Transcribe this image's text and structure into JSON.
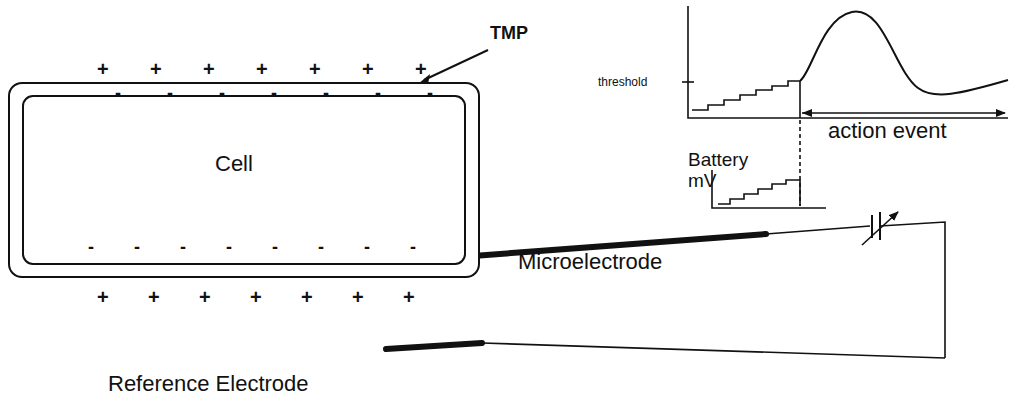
{
  "diagram": {
    "nodes": [
      {
        "text": [
          "Cell"
        ]
      }
    ],
    "labels": [
      "TMP",
      "threshold",
      "action event",
      "Battery mV",
      "Microelectrode",
      "Reference Electrode",
      "+",
      "+",
      "+",
      "+",
      "+",
      "+",
      "+",
      "-",
      "-",
      "-",
      "-",
      "-",
      "-",
      "-",
      "-",
      "-",
      "-",
      "-",
      "-",
      "-",
      "-",
      "-",
      "+",
      "+",
      "+",
      "+",
      "+",
      "+",
      "+"
    ]
  }
}
